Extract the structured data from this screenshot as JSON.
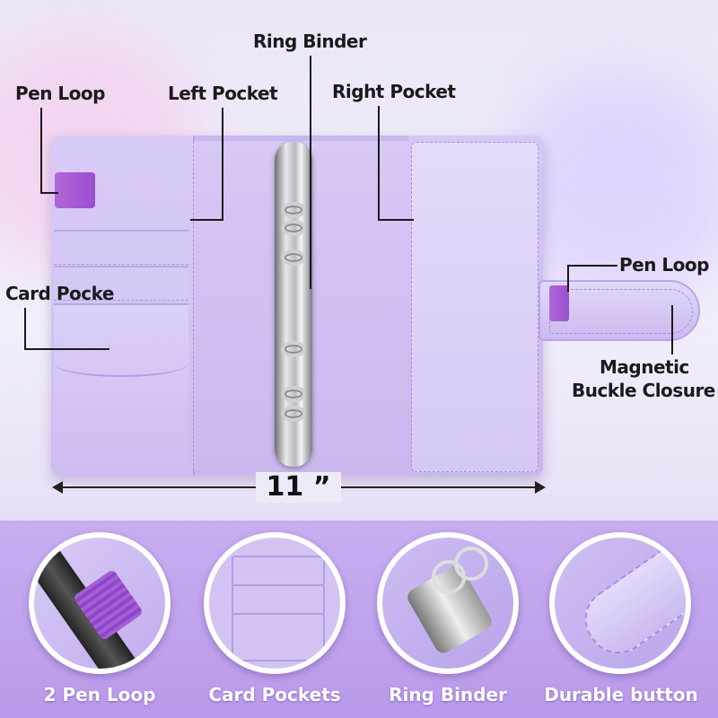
{
  "callouts": {
    "ring_binder": "Ring Binder",
    "pen_loop_left": "Pen Loop",
    "left_pocket": "Left Pocket",
    "right_pocket": "Right Pocket",
    "card_pocket": "Card Pocke",
    "pen_loop_right": "Pen Loop",
    "magnetic_line1": "Magnetic",
    "magnetic_line2": "Buckle Closure"
  },
  "measurement": "11 ”",
  "details": [
    {
      "label": "2 Pen Loop"
    },
    {
      "label": "Card Pockets"
    },
    {
      "label": "Ring Binder"
    },
    {
      "label": "Durable button"
    }
  ],
  "colors": {
    "cover": "#c9b7ee",
    "loop": "#9a4ed0",
    "band": "#b999ea",
    "text": "#1a1a1a"
  }
}
